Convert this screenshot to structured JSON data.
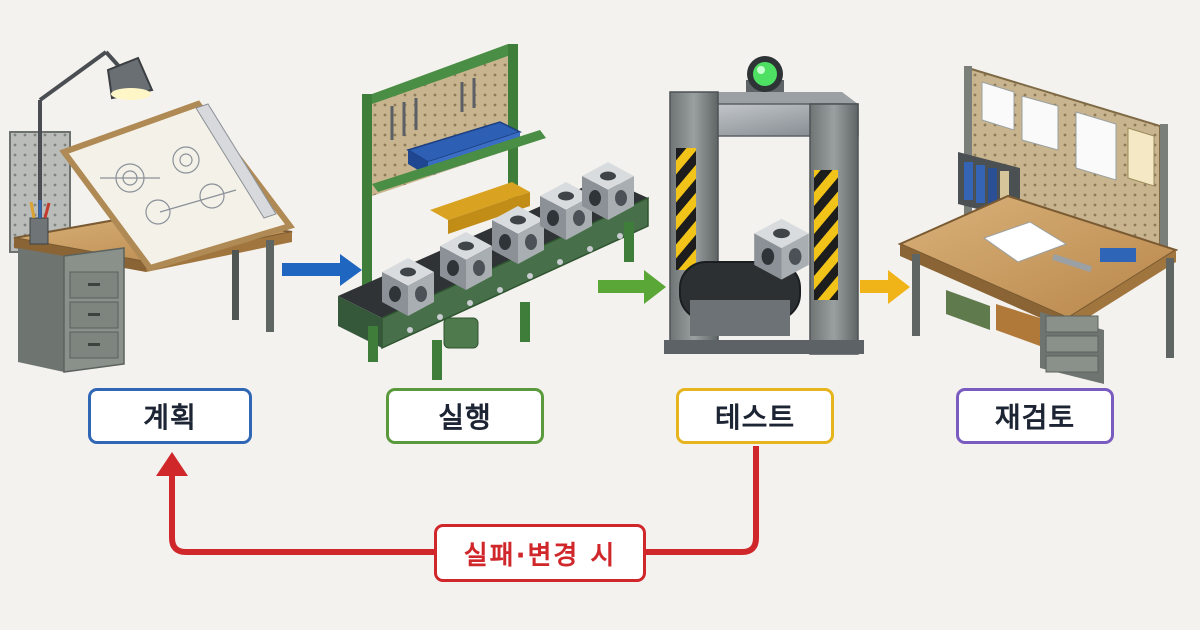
{
  "stages": [
    {
      "label": "계획",
      "color": "#2f67b5"
    },
    {
      "label": "실행",
      "color": "#5a9a3c"
    },
    {
      "label": "테스트",
      "color": "#e6b41c"
    },
    {
      "label": "재검토",
      "color": "#7a5bc0"
    }
  ],
  "flow_arrows": [
    {
      "from": "계획",
      "to": "실행",
      "color": "#1f66c1"
    },
    {
      "from": "실행",
      "to": "테스트",
      "color": "#5aa637"
    },
    {
      "from": "테스트",
      "to": "재검토",
      "color": "#f0b418"
    }
  ],
  "feedback_loop": {
    "label": "실패·변경 시",
    "from": "테스트",
    "to": "계획",
    "color": "#d0272b"
  },
  "illustrations": [
    {
      "stage": "계획",
      "icon": "drafting-desk-icon"
    },
    {
      "stage": "실행",
      "icon": "conveyor-assembly-icon"
    },
    {
      "stage": "테스트",
      "icon": "inspection-gate-icon"
    },
    {
      "stage": "재검토",
      "icon": "review-workbench-icon"
    }
  ]
}
